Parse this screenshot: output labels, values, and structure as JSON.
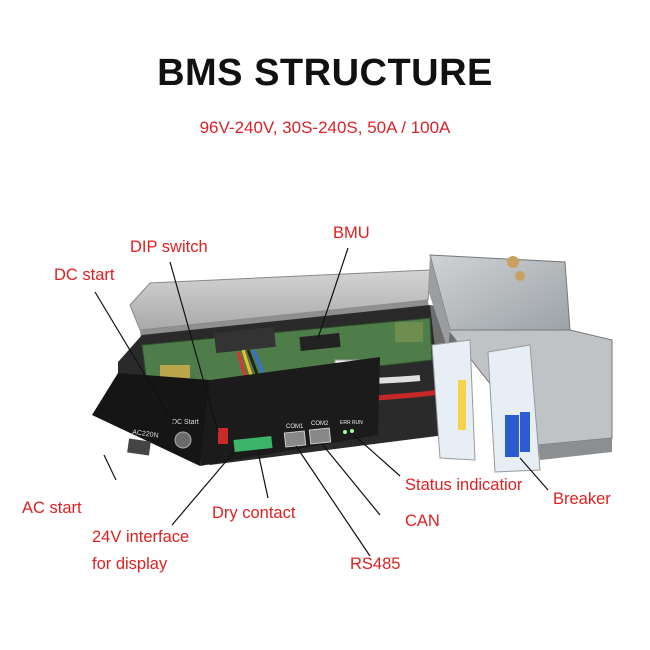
{
  "title": "BMS STRUCTURE",
  "subtitle": "96V-240V, 30S-240S, 50A / 100A",
  "labels": {
    "dip_switch": "DIP switch",
    "bmu": "BMU",
    "dc_start": "DC start",
    "ac_start": "AC start",
    "interface_line1": "24V interface",
    "interface_line2": "for display",
    "dry_contact": "Dry contact",
    "status_indication": "Status indicatior",
    "breaker": "Breaker",
    "can": "CAN",
    "rs485": "RS485"
  },
  "panel_markings": {
    "ac_port": "AC220N",
    "dc_port": "DC Start",
    "com1": "COM1",
    "com2": "COM2",
    "leds": "ERR RUN"
  },
  "colors": {
    "label": "#e02020",
    "title": "#111111",
    "subtitle": "#d8232a"
  }
}
